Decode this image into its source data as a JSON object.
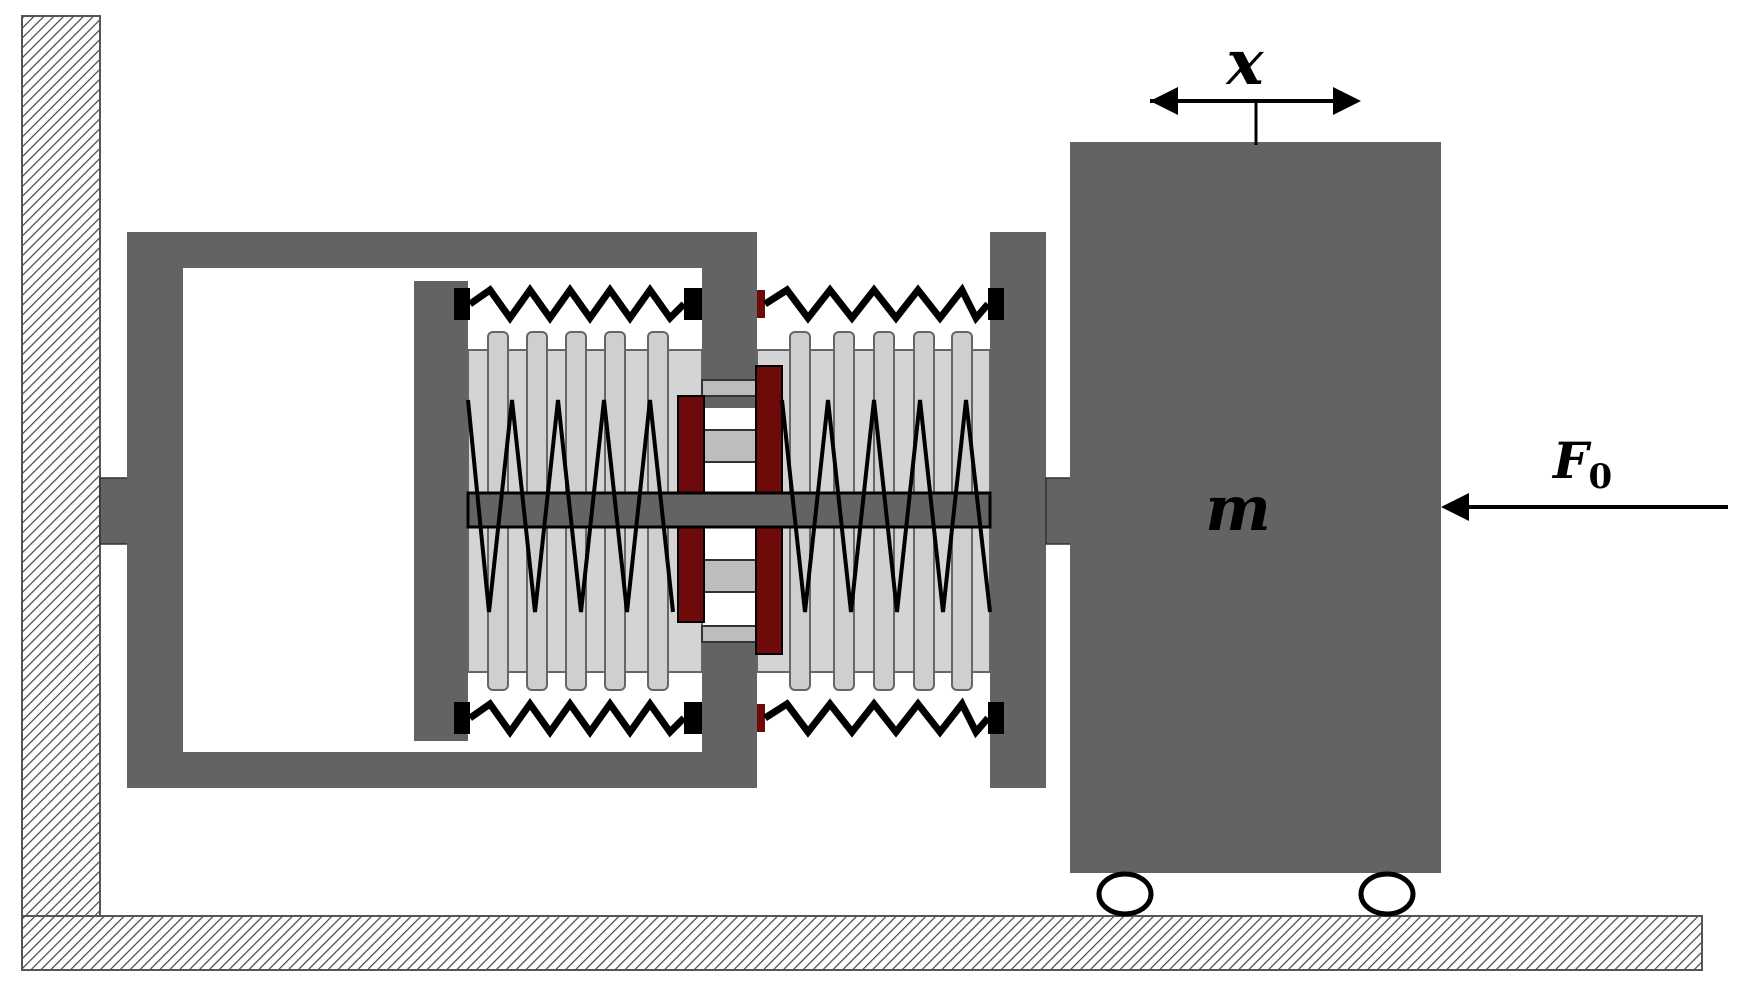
{
  "labels": {
    "displacement": "x",
    "mass": "m",
    "force_symbol": "F",
    "force_subscript": "0"
  },
  "colors": {
    "body_gray": "#636363",
    "bellows_light": "#d4d4d4",
    "bellows_mid": "#bdbdbd",
    "damper_red": "#6e0a0a",
    "ink": "#000000",
    "hatch": "#444444"
  }
}
